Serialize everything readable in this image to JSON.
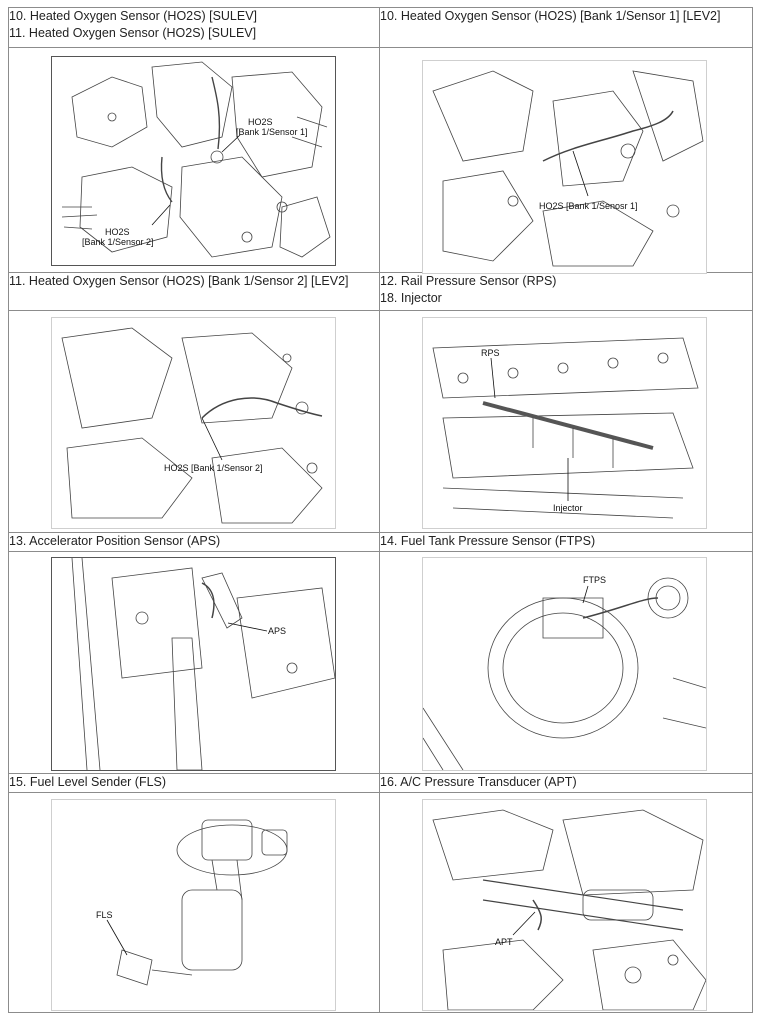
{
  "rows": [
    {
      "left": {
        "lines": [
          "10. Heated Oxygen Sensor (HO2S) [SULEV]",
          "11. Heated Oxygen Sensor (HO2S) [SULEV]"
        ]
      },
      "right": {
        "lines": [
          "10. Heated Oxygen Sensor (HO2S) [Bank 1/Sensor 1] [LEV2]"
        ]
      }
    },
    {
      "left": {
        "lines": [
          "11. Heated Oxygen Sensor (HO2S) [Bank 1/Sensor 2] [LEV2]"
        ]
      },
      "right": {
        "lines": [
          "12. Rail Pressure Sensor (RPS)",
          "18. Injector"
        ]
      }
    },
    {
      "left": {
        "lines": [
          "13. Accelerator Position Sensor (APS)"
        ]
      },
      "right": {
        "lines": [
          "14. Fuel Tank Pressure Sensor (FTPS)"
        ]
      }
    },
    {
      "left": {
        "lines": [
          "15. Fuel Level Sender (FLS)"
        ]
      },
      "right": {
        "lines": [
          "16. A/C Pressure Transducer (APT)"
        ]
      }
    }
  ],
  "figures": {
    "sulev": {
      "label1": "HO2S",
      "label2": "[Bank 1/Sensor 1]",
      "label3": "HO2S",
      "label4": "[Bank 1/Sensor 2]"
    },
    "lev2_s1": {
      "label": "HO2S [Bank 1/Senosr 1]"
    },
    "lev2_s2": {
      "label": "HO2S [Bank 1/Sensor 2]"
    },
    "rps": {
      "label1": "RPS",
      "label2": "Injector"
    },
    "aps": {
      "label": "APS"
    },
    "ftps": {
      "label": "FTPS"
    },
    "fls": {
      "label": "FLS"
    },
    "apt": {
      "label": "APT"
    }
  }
}
